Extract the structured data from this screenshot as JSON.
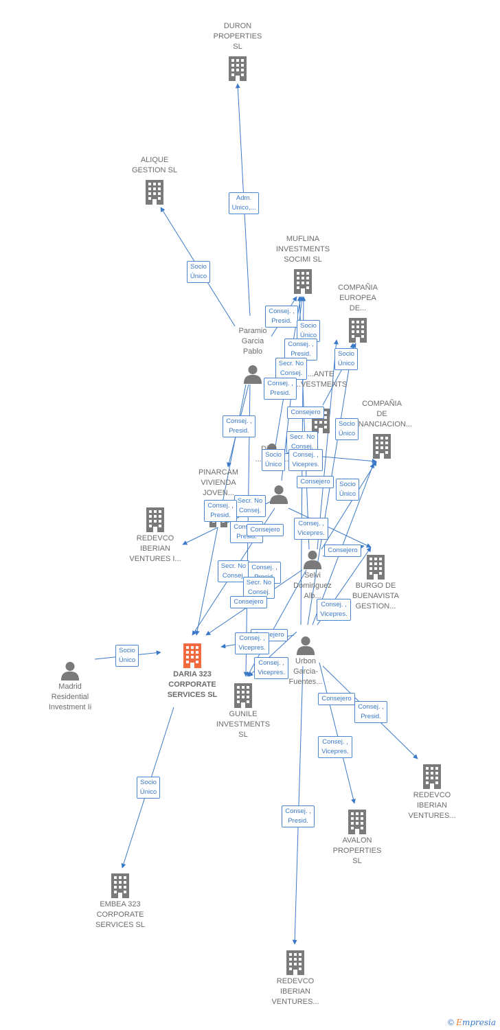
{
  "nodes": [
    {
      "id": "duron",
      "type": "company",
      "label": "DURON\nPROPERTIES\nSL"
    },
    {
      "id": "alique",
      "type": "company",
      "label": "ALIQUE\nGESTION  SL"
    },
    {
      "id": "muflina",
      "type": "company",
      "label": "MUFLINA\nINVESTMENTS\nSOCIMI  SL"
    },
    {
      "id": "cia_europea",
      "type": "company",
      "label": "COMPAÑIA\nEUROPEA\nDE..."
    },
    {
      "id": "cia_financiacion",
      "type": "company",
      "label": "COMPAÑIA\nDE\nFINANCIACION..."
    },
    {
      "id": "pinarcam",
      "type": "company",
      "label": "PINARCAM\nVIVIENDA\nJOVEN..."
    },
    {
      "id": "redevco1",
      "type": "company",
      "label": "REDEVCO\nIBERIAN\nVENTURES I..."
    },
    {
      "id": "burgo",
      "type": "company",
      "label": "BURGO DE\nBUENAVISTA\nGESTION..."
    },
    {
      "id": "daria",
      "type": "company",
      "label": "DARIA 323\nCORPORATE\nSERVICES  SL",
      "main": true
    },
    {
      "id": "gunile",
      "type": "company",
      "label": "GUNILE\nINVESTMENTS\nSL"
    },
    {
      "id": "redevco2",
      "type": "company",
      "label": "REDEVCO\nIBERIAN\nVENTURES..."
    },
    {
      "id": "avalon",
      "type": "company",
      "label": "AVALON\nPROPERTIES\nSL"
    },
    {
      "id": "embea",
      "type": "company",
      "label": "EMBEA 323\nCORPORATE\nSERVICES  SL"
    },
    {
      "id": "redevco3",
      "type": "company",
      "label": "REDEVCO\nIBERIAN\nVENTURES..."
    },
    {
      "id": "paramio",
      "type": "person",
      "label": "Paramio\nGarcia\nPablo"
    },
    {
      "id": "selvi",
      "type": "person",
      "label": "Selvi\nDominguez\nAlb..."
    },
    {
      "id": "urbon",
      "type": "person",
      "label": "Urbon\nGarcia-\nFuentes..."
    },
    {
      "id": "madrid",
      "type": "person",
      "label": "Madrid\nResidential\nInvestment Ii"
    },
    {
      "id": "mid_person",
      "type": "person",
      "label": ""
    },
    {
      "id": "ante",
      "type": "company",
      "label": "...ANTE\n...VESTMENTS"
    },
    {
      "id": "dieg",
      "type": "person",
      "label": "Dieg...\n...rdaldo..."
    }
  ],
  "edge_labels": [
    "Adm.\nUnico,...",
    "Socio\nÚnico",
    "Consej. ,\nPresid.",
    "Socio\nÚnico",
    "Consej. ,\nPresid.",
    "Secr.  No\nConsej.",
    "Consej. ,\nPresid.",
    "Socio\nÚnico",
    "Consej. ,\nPresid.",
    "Consejero",
    "Socio\nÚnico",
    "Secr.  No\nConsej.",
    "Socio\nÚnico",
    "Consej. ,\nVicepres.",
    "Consejero",
    "Socio\nÚnico",
    "Secr.  No\nConsej.",
    "Consej. ,\nPresid.",
    "Consej. ,\nPresid.",
    "Consejero",
    "Consej. ,\nVicepres.",
    "Consejero",
    "Secr.  No\nConsej.",
    "Consej. ,\nPresid.",
    "Secr.  No\nConsej.",
    "Consejero",
    "Consej. ,\nVicepres.",
    "Consejero",
    "Socio\nÚnico",
    "Consej. ,\nVicepres.",
    "Consej. ,\nVicepres.",
    "Consejero",
    "Consej. ,\nPresid.",
    "Consej. ,\nVicepres.",
    "Socio\nÚnico",
    "Consej. ,\nPresid."
  ],
  "colors": {
    "accent": "#3a78c8",
    "main_node": "#f26a3d",
    "node": "#7a7a7a"
  },
  "copyright": {
    "symbol": "©",
    "brand_first": "E",
    "brand_rest": "mpresia"
  }
}
